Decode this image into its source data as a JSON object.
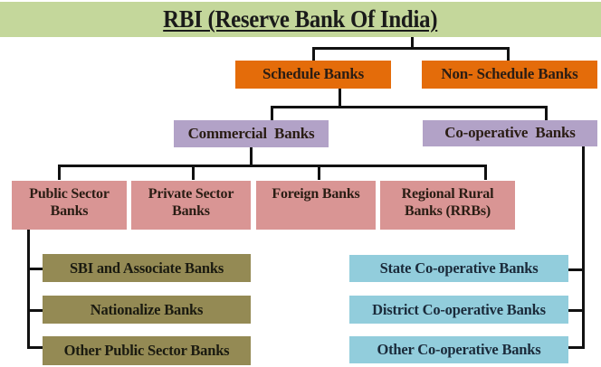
{
  "title": "RBI (Reserve Bank Of India)",
  "level1": {
    "schedule": "Schedule Banks",
    "non_schedule": "Non- Schedule Banks"
  },
  "level2": {
    "commercial": "Commercial  Banks",
    "cooperative": "Co-operative  Banks"
  },
  "commercial_children": [
    {
      "line1": "Public Sector",
      "line2": "Banks"
    },
    {
      "line1": "Private Sector",
      "line2": "Banks"
    },
    {
      "line1": "Foreign Banks",
      "line2": ""
    },
    {
      "line1": "Regional Rural",
      "line2": "Banks (RRBs)"
    }
  ],
  "public_sector_children": [
    "SBI and Associate Banks",
    "Nationalize Banks",
    "Other Public Sector Banks"
  ],
  "cooperative_children": [
    "State Co-operative Banks",
    "District Co-operative Banks",
    "Other Co-operative Banks"
  ],
  "colors": {
    "banner": "#c4d79b",
    "level1": "#e46c0a",
    "level2": "#b2a2c7",
    "level3": "#d99594",
    "public_sub": "#948a54",
    "coop_sub": "#92cddc"
  }
}
